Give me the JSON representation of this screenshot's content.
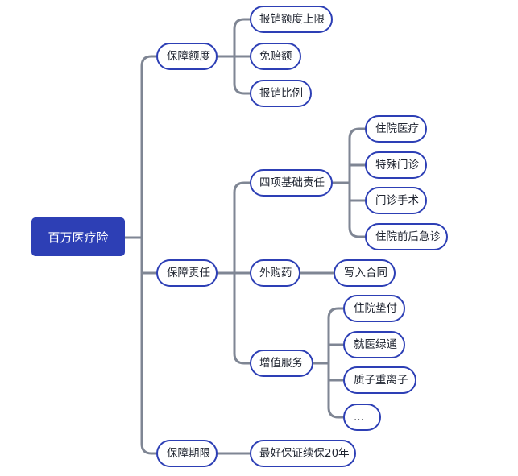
{
  "mindmap": {
    "root": "百万医疗险",
    "branches": [
      {
        "label": "保障额度",
        "children": [
          {
            "label": "报销额度上限"
          },
          {
            "label": "免赔额"
          },
          {
            "label": "报销比例"
          }
        ]
      },
      {
        "label": "保障责任",
        "children": [
          {
            "label": "四项基础责任",
            "children": [
              {
                "label": "住院医疗"
              },
              {
                "label": "特殊门诊"
              },
              {
                "label": "门诊手术"
              },
              {
                "label": "住院前后急诊"
              }
            ]
          },
          {
            "label": "外购药",
            "children": [
              {
                "label": "写入合同"
              }
            ]
          },
          {
            "label": "增值服务",
            "children": [
              {
                "label": "住院垫付"
              },
              {
                "label": "就医绿通"
              },
              {
                "label": "质子重离子"
              },
              {
                "label": "..."
              }
            ]
          }
        ]
      },
      {
        "label": "保障期限",
        "children": [
          {
            "label": "最好保证续保20年"
          }
        ]
      }
    ]
  },
  "colors": {
    "node_border": "#2d3fb5",
    "root_fill": "#2d3fb5",
    "connector": "#7f8694",
    "text": "#1f2430"
  }
}
